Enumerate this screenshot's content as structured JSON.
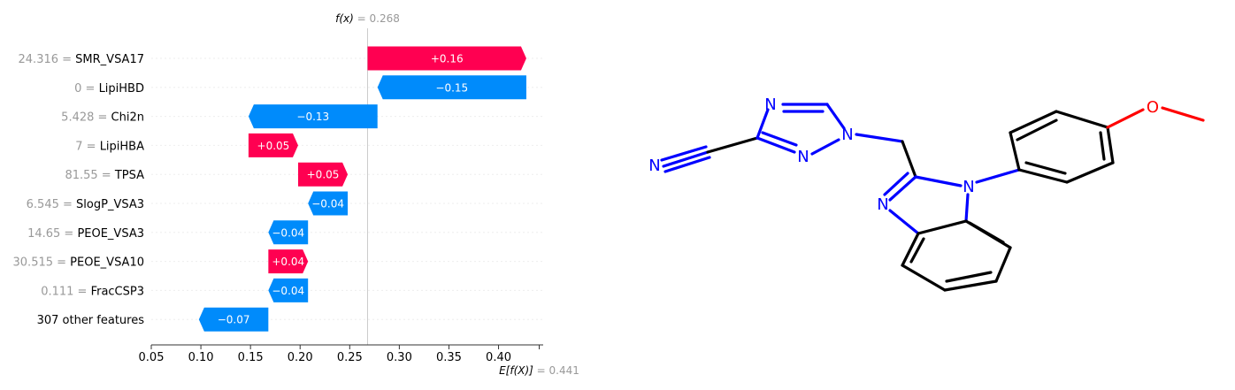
{
  "chart_data": {
    "type": "waterfall",
    "fx_label": "f(x)",
    "fx_value": "= 0.268",
    "fx": 0.268,
    "ex_label": "E[f(X)]",
    "ex_value": "= 0.441",
    "base_value": 0.441,
    "xlim": [
      0.05,
      0.445
    ],
    "xticks": [
      "0.05",
      "0.10",
      "0.15",
      "0.20",
      "0.25",
      "0.30",
      "0.35",
      "0.40"
    ],
    "features": [
      {
        "value": "24.316",
        "name": "SMR_VSA17",
        "contribution": 0.16,
        "label": "+0.16"
      },
      {
        "value": "0",
        "name": "LipiHBD",
        "contribution": -0.15,
        "label": "−0.15"
      },
      {
        "value": "5.428",
        "name": "Chi2n",
        "contribution": -0.13,
        "label": "−0.13"
      },
      {
        "value": "7",
        "name": "LipiHBA",
        "contribution": 0.05,
        "label": "+0.05"
      },
      {
        "value": "81.55",
        "name": "TPSA",
        "contribution": 0.05,
        "label": "+0.05"
      },
      {
        "value": "6.545",
        "name": "SlogP_VSA3",
        "contribution": -0.04,
        "label": "−0.04"
      },
      {
        "value": "14.65",
        "name": "PEOE_VSA3",
        "contribution": -0.04,
        "label": "−0.04"
      },
      {
        "value": "30.515",
        "name": "PEOE_VSA10",
        "contribution": 0.04,
        "label": "+0.04"
      },
      {
        "value": "0.111",
        "name": "FracCSP3",
        "contribution": -0.04,
        "label": "−0.04"
      },
      {
        "value": "",
        "name": "307 other features",
        "contribution": -0.07,
        "label": "−0.07"
      }
    ],
    "colors": {
      "positive": "#ff0051",
      "negative": "#008bfb",
      "value_text": "#999999",
      "name_text": "#000000"
    }
  },
  "molecule": {
    "atoms": {
      "n1": "N",
      "n2": "N",
      "n3": "N",
      "n_nitrile": "N",
      "n_bzim1": "N",
      "n_bzim2": "N",
      "o": "O"
    },
    "colors": {
      "nitrogen": "#0000ff",
      "oxygen": "#ff0000",
      "carbon": "#000000"
    }
  }
}
